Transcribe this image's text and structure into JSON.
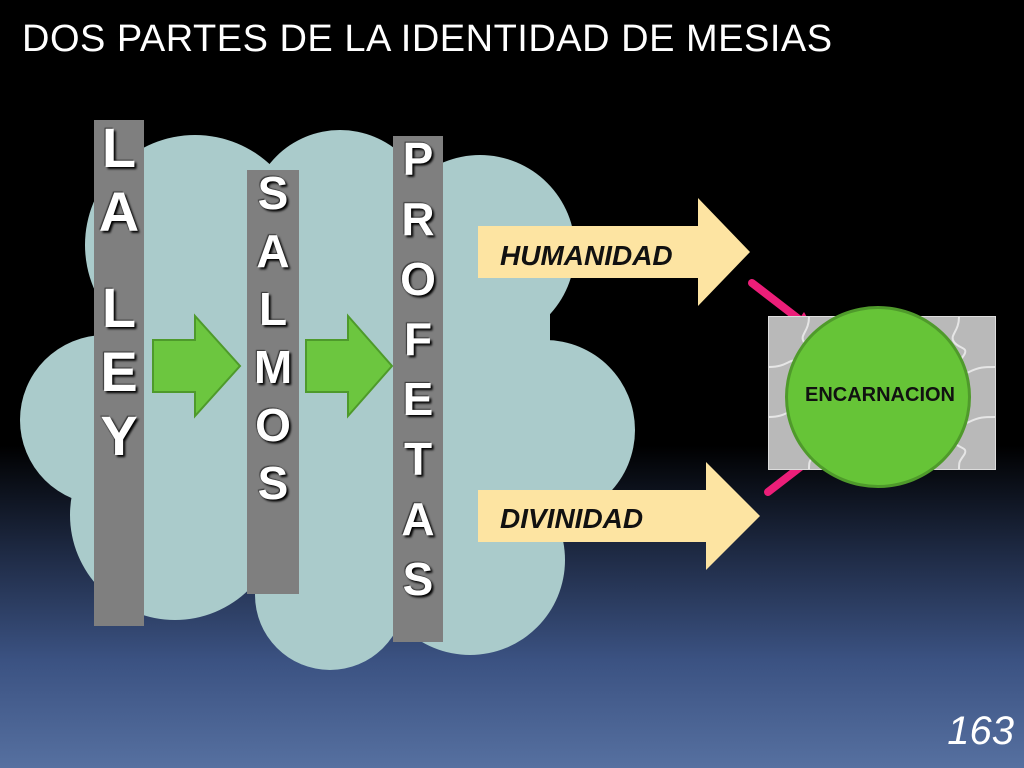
{
  "slide": {
    "title": "DOS PARTES DE LA IDENTIDAD DE MESIAS",
    "number": "163"
  },
  "bars": {
    "ley": [
      "L",
      "A",
      "",
      "L",
      "E",
      "Y"
    ],
    "salmos": [
      "S",
      "A",
      "L",
      "M",
      "O",
      "S"
    ],
    "profetas": [
      "P",
      "R",
      "O",
      "F",
      "E",
      "T",
      "A",
      "S"
    ]
  },
  "arrows": {
    "humanidad": "HUMANIDAD",
    "divinidad": "DIVINIDAD"
  },
  "circle": {
    "label": "ENCARNACION"
  },
  "colors": {
    "cloud": "#aacbcb",
    "bar": "#7f7f7f",
    "green_arrow": "#6cc63f",
    "beige_arrow": "#fde4a2",
    "pink_arrow": "#ec1e79",
    "circle": "#66c437"
  }
}
